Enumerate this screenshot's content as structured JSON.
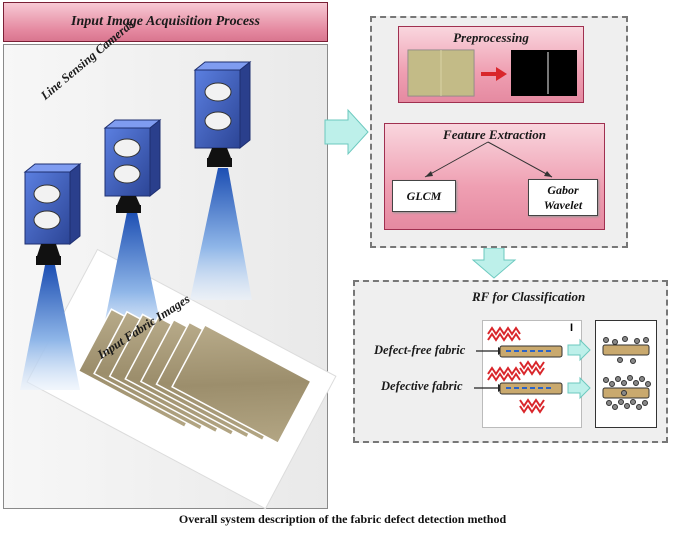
{
  "acquisition": {
    "title": "Input Image Acquisition Process",
    "cameras_label": "Line Sensing Cameras",
    "fabric_label": "Input Fabric Images"
  },
  "preprocessing": {
    "title": "Preprocessing"
  },
  "feature_extraction": {
    "title": "Feature Extraction",
    "glcm": "GLCM",
    "gabor": "Gabor Wavelet"
  },
  "classification": {
    "title": "RF for Classification",
    "defect_free": "Defect-free fabric",
    "defective": "Defective fabric",
    "panel_marker": "I"
  },
  "caption": "Overall system description of the fabric defect detection method",
  "colors": {
    "pink_header": "#e58aa1",
    "camera_blue": "#3d5fbf",
    "arrow_teal": "#9fe7e0",
    "arrow_red": "#d9262b",
    "fabric": "#a89a78"
  },
  "icons": [
    "camera-icon",
    "light-beam",
    "fabric-swatch",
    "arrow-right-icon",
    "arrow-down-icon"
  ]
}
